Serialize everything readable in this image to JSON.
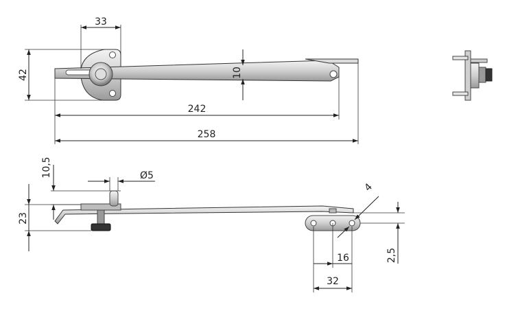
{
  "dimensions": {
    "d33": "33",
    "d42": "42",
    "d10": "10",
    "d242": "242",
    "d258": "258",
    "d10_5": "10,5",
    "d5": "Ø5",
    "d23": "23",
    "d4": "4",
    "d16": "16",
    "d2_5": "2,5",
    "d32": "32"
  },
  "colors": {
    "line": "#222222",
    "metal_light": "#e8e8e8",
    "metal_mid": "#bdbdbd",
    "metal_dark": "#7a7a7a"
  }
}
